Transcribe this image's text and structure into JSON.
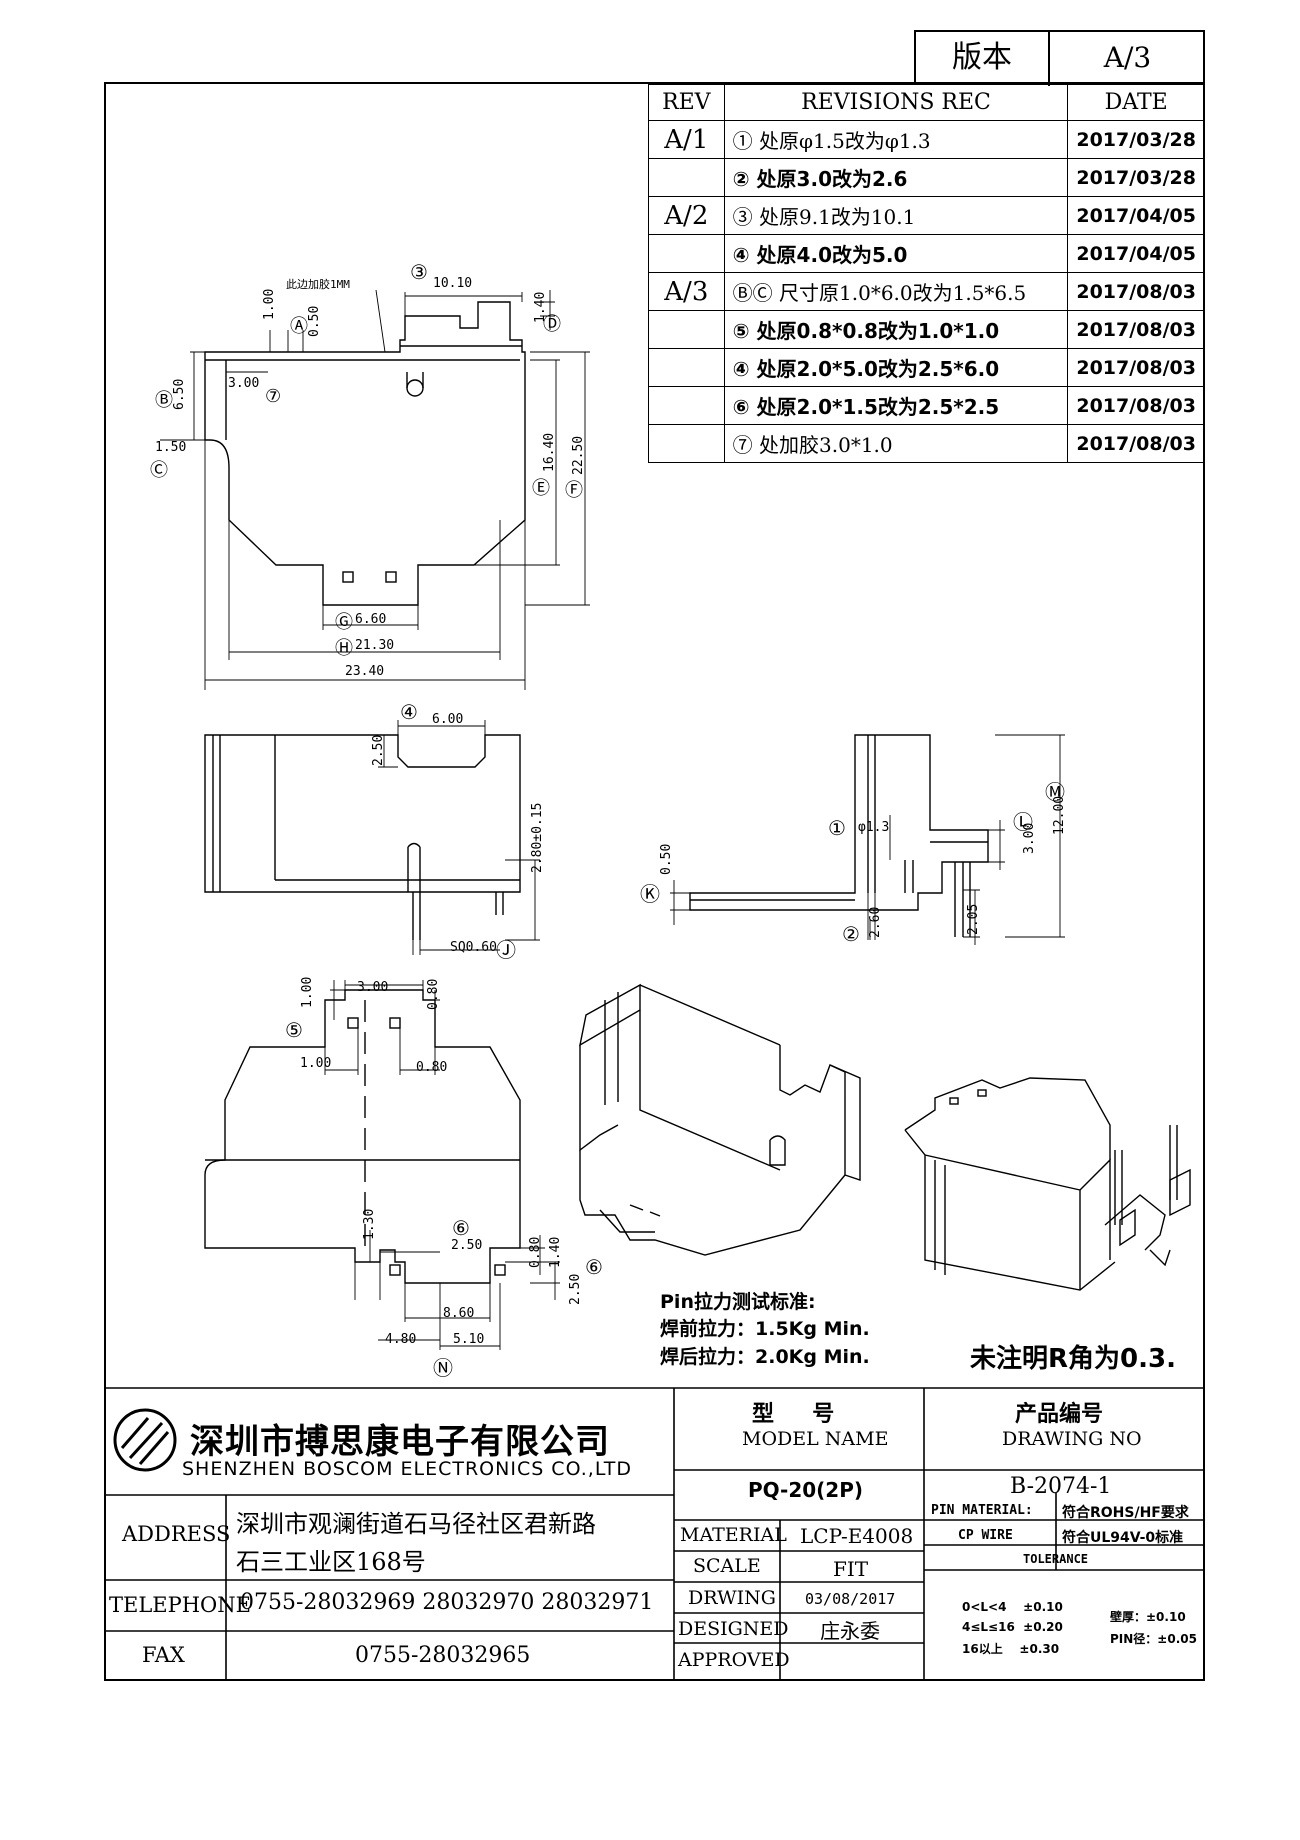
{
  "version": {
    "label": "版本",
    "value": "A/3"
  },
  "revisions": {
    "headers": {
      "rev": "REV",
      "rec": "REVISIONS REC",
      "date": "DATE"
    },
    "rows": [
      {
        "rev": "A/1",
        "rec": "① 处原φ1.5改为φ1.3",
        "date": "2017/03/28"
      },
      {
        "rev": "",
        "rec": "② 处原3.0改为2.6",
        "date": "2017/03/28"
      },
      {
        "rev": "A/2",
        "rec": "③ 处原9.1改为10.1",
        "date": "2017/04/05"
      },
      {
        "rev": "",
        "rec": "④ 处原4.0改为5.0",
        "date": "2017/04/05"
      },
      {
        "rev": "A/3",
        "rec": "ⒷⒸ 尺寸原1.0*6.0改为1.5*6.5",
        "date": "2017/08/03"
      },
      {
        "rev": "",
        "rec": "⑤ 处原0.8*0.8改为1.0*1.0",
        "date": "2017/08/03"
      },
      {
        "rev": "",
        "rec": "④ 处原2.0*5.0改为2.5*6.0",
        "date": "2017/08/03"
      },
      {
        "rev": "",
        "rec": "⑥ 处原2.0*1.5改为2.5*2.5",
        "date": "2017/08/03"
      },
      {
        "rev": "",
        "rec": "⑦ 处加胶3.0*1.0",
        "date": "2017/08/03"
      }
    ]
  },
  "top_view": {
    "note_glue": "此边加胶1MM",
    "dims": {
      "d_10_10": "10.10",
      "d_1_00": "1.00",
      "d_0_50": "0.50",
      "d_1_40": "1.40",
      "d_6_50": "6.50",
      "d_3_00": "3.00",
      "d_1_50": "1.50",
      "d_16_40": "16.40",
      "d_22_50": "22.50",
      "d_6_60": "6.60",
      "d_21_30": "21.30",
      "d_23_40": "23.40"
    },
    "labels": {
      "A": "Ⓐ",
      "B": "Ⓑ",
      "C": "Ⓒ",
      "D": "Ⓓ",
      "E": "Ⓔ",
      "F": "Ⓕ",
      "G": "Ⓖ",
      "H": "Ⓗ",
      "c3": "③",
      "c7": "⑦"
    }
  },
  "front_view": {
    "dims": {
      "d_6_00": "6.00",
      "d_2_50": "2.50",
      "d_2_80": "2.80±0.15",
      "d_sq": "SQ0.60"
    },
    "labels": {
      "c4": "④",
      "J": "Ⓙ"
    }
  },
  "side_view": {
    "dims": {
      "d_phi": "φ1.3",
      "d_0_50": "0.50",
      "d_2_60": "2.60",
      "d_3_00": "3.00",
      "d_12_00": "12.00",
      "d_2_05": "2.05"
    },
    "labels": {
      "c1": "①",
      "c2": "②",
      "K": "Ⓚ",
      "L": "Ⓛ",
      "M": "Ⓜ"
    }
  },
  "bottom_view": {
    "dims": {
      "d_1_00a": "1.00",
      "d_3_00": "3.00",
      "d_0_80a": "0.80",
      "d_1_00b": "1.00",
      "d_0_80b": "0.80",
      "d_1_30": "1.30",
      "d_2_50a": "2.50",
      "d_0_80c": "0.80",
      "d_1_40": "1.40",
      "d_2_50b": "2.50",
      "d_8_60": "8.60",
      "d_4_80": "4.80",
      "d_5_10": "5.10"
    },
    "labels": {
      "c5": "⑤",
      "c6a": "⑥",
      "c6b": "⑥",
      "N": "Ⓝ"
    }
  },
  "pin_test": {
    "title": "Pin拉力测试标准:",
    "before": "焊前拉力：1.5Kg Min.",
    "after": "焊后拉力：2.0Kg Min."
  },
  "radius_note": "未注明R角为0.3.",
  "company": {
    "name_cn": "深圳市搏思康电子有限公司",
    "name_en": "SHENZHEN BOSCOM ELECTRONICS CO.,LTD",
    "address_label": "ADDRESS",
    "address_line1": "深圳市观澜街道石马径社区君新路",
    "address_line2": "石三工业区168号",
    "telephone_label": "TELEPHONE",
    "telephone": "0755-28032969 28032970 28032971",
    "fax_label": "FAX",
    "fax": "0755-28032965"
  },
  "model": {
    "label_cn": "型     号",
    "label_en": "MODEL NAME",
    "value": "PQ-20(2P)"
  },
  "drawing_no": {
    "label_cn": "产品编号",
    "label_en": "DRAWING NO",
    "value": "B-2074-1"
  },
  "specs": {
    "material_label": "MATERIAL",
    "material": "LCP-E4008",
    "scale_label": "SCALE",
    "scale": "FIT",
    "drawing_label": "DRWING",
    "drawing_date": "03/08/2017",
    "designed_label": "DESIGNED",
    "designed": "庄永委",
    "approved_label": "APPROVED",
    "approved": ""
  },
  "pin_material": {
    "label1": "PIN MATERIAL:",
    "label2": "CP WIRE",
    "value1": "符合ROHS/HF要求",
    "value2": "符合UL94V-0标准"
  },
  "tolerance": {
    "title": "TOLERANCE",
    "rows": [
      "0<L<4    ±0.10",
      "4≤L≤16  ±0.20",
      "16以上    ±0.30"
    ],
    "wall": "壁厚：±0.10",
    "pin": "PIN径：±0.05"
  }
}
